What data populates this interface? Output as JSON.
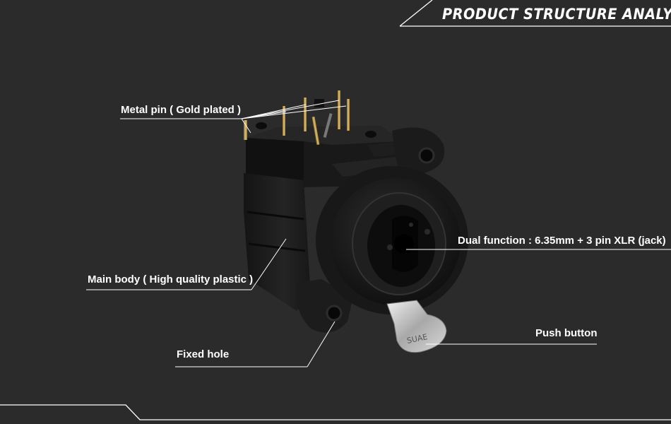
{
  "header": {
    "title": "PRODUCT STRUCTURE ANALYSIS"
  },
  "labels": {
    "metal_pin": "Metal pin ( Gold plated )",
    "main_body": "Main body ( High quality plastic )",
    "fixed_hole": "Fixed hole",
    "dual_function": "Dual function : 6.35mm + 3 pin XLR (jack)",
    "push_button": "Push button"
  },
  "colors": {
    "background": "#2b2b2b",
    "text": "#ffffff",
    "connector": "#1a1a1a",
    "pins": "#c9a24a"
  }
}
